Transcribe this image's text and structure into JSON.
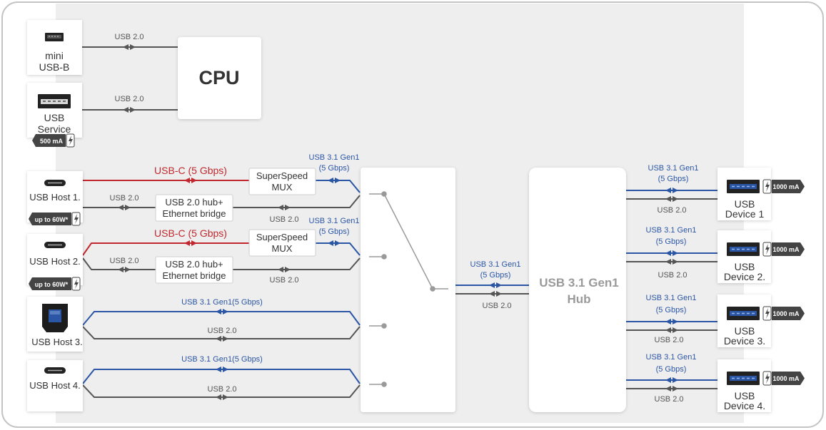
{
  "labels": {
    "cpu": "CPU",
    "hub_line1": "USB 3.1 Gen1",
    "hub_line2": "Hub",
    "usb20": "USB 2.0",
    "usb31_line1": "USB 3.1 Gen1",
    "usb31_line2": "(5 Gbps)",
    "usb31_single": "USB 3.1 Gen1(5 Gbps)",
    "usbc": "USB-C (5 Gbps)",
    "mux_line1": "SuperSpeed",
    "mux_line2": "MUX",
    "bridge_line1": "USB 2.0 hub+",
    "bridge_line2": "Ethernet bridge"
  },
  "ports_left": [
    {
      "line1": "mini",
      "line2": "USB-B",
      "icon": "mini-usb-b-icon"
    },
    {
      "line1": "USB",
      "line2": "Service",
      "icon": "usb-a-icon",
      "badge": "500 mA"
    },
    {
      "line1": "USB Host 1.",
      "icon": "usb-c-icon",
      "badge": "up to 60W*"
    },
    {
      "line1": "USB Host 2.",
      "icon": "usb-c-icon",
      "badge": "up to 60W*"
    },
    {
      "line1": "USB Host 3.",
      "icon": "usb-b-icon"
    },
    {
      "line1": "USB Host 4.",
      "icon": "usb-c-icon"
    }
  ],
  "devices_right": [
    {
      "line1": "USB",
      "line2": "Device 1",
      "badge": "1000 mA"
    },
    {
      "line1": "USB",
      "line2": "Device 2.",
      "badge": "1000 mA"
    },
    {
      "line1": "USB",
      "line2": "Device 3.",
      "badge": "1000 mA"
    },
    {
      "line1": "USB",
      "line2": "Device 4.",
      "badge": "1000 mA"
    }
  ],
  "colors": {
    "usb20": "#555555",
    "usb31": "#2b56a6",
    "usbc": "#c0282e",
    "panel": "#eeeeee",
    "box": "#ffffff",
    "hub_text": "#9a9a9a"
  }
}
